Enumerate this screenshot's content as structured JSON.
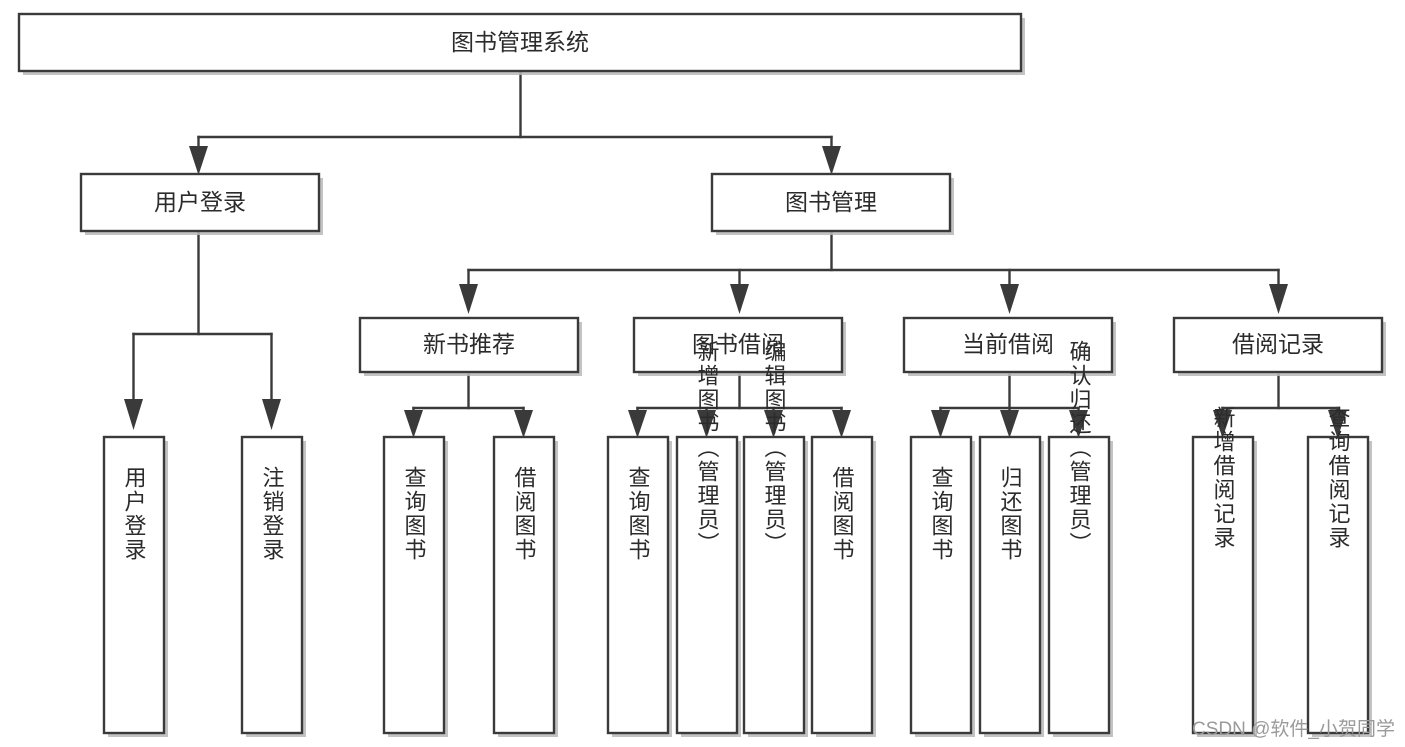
{
  "diagram": {
    "title": "图书管理系统",
    "type": "tree-hierarchy-chart",
    "root": {
      "id": "root",
      "label": "图书管理系统",
      "orientation": "horizontal"
    },
    "level1": [
      {
        "id": "user-login",
        "label": "用户登录",
        "orientation": "horizontal"
      },
      {
        "id": "book-management",
        "label": "图书管理",
        "orientation": "horizontal"
      }
    ],
    "level2": [
      {
        "id": "new-book-recommend",
        "label": "新书推荐",
        "parent": "book-management",
        "orientation": "horizontal"
      },
      {
        "id": "book-borrow",
        "label": "图书借阅",
        "parent": "book-management",
        "orientation": "horizontal"
      },
      {
        "id": "current-borrow",
        "label": "当前借阅",
        "parent": "book-management",
        "orientation": "horizontal"
      },
      {
        "id": "borrow-record",
        "label": "借阅记录",
        "parent": "book-management",
        "orientation": "horizontal"
      }
    ],
    "leaves": [
      {
        "id": "leaf-user-login",
        "label": "用户登录",
        "parent": "user-login",
        "orientation": "vertical"
      },
      {
        "id": "leaf-user-logout",
        "label": "注销登录",
        "parent": "user-login",
        "orientation": "vertical"
      },
      {
        "id": "leaf-query-book-1",
        "label": "查询图书",
        "parent": "new-book-recommend",
        "orientation": "vertical"
      },
      {
        "id": "leaf-borrow-book-1",
        "label": "借阅图书",
        "parent": "new-book-recommend",
        "orientation": "vertical"
      },
      {
        "id": "leaf-query-book-2",
        "label": "查询图书",
        "parent": "book-borrow",
        "orientation": "vertical"
      },
      {
        "id": "leaf-add-book",
        "label": "新增图书（管理员）",
        "parent": "book-borrow",
        "orientation": "vertical"
      },
      {
        "id": "leaf-edit-book",
        "label": "编辑图书（管理员）",
        "parent": "book-borrow",
        "orientation": "vertical"
      },
      {
        "id": "leaf-borrow-book-2",
        "label": "借阅图书",
        "parent": "book-borrow",
        "orientation": "vertical"
      },
      {
        "id": "leaf-query-book-3",
        "label": "查询图书",
        "parent": "current-borrow",
        "orientation": "vertical"
      },
      {
        "id": "leaf-return-book",
        "label": "归还图书",
        "parent": "current-borrow",
        "orientation": "vertical"
      },
      {
        "id": "leaf-confirm-return",
        "label": "确认归还（管理员）",
        "parent": "current-borrow",
        "orientation": "vertical"
      },
      {
        "id": "leaf-add-record",
        "label": "新增借阅记录",
        "parent": "borrow-record",
        "orientation": "vertical"
      },
      {
        "id": "leaf-query-record",
        "label": "查询借阅记录",
        "parent": "borrow-record",
        "orientation": "vertical"
      }
    ],
    "colors": {
      "box_fill": "#ffffff",
      "box_stroke": "#3a3a3a",
      "text": "#2b2b2b",
      "background": "#ffffff",
      "watermark": "#9a9a9a"
    }
  },
  "watermark": {
    "text": "CSDN @软件_小贺同学"
  }
}
